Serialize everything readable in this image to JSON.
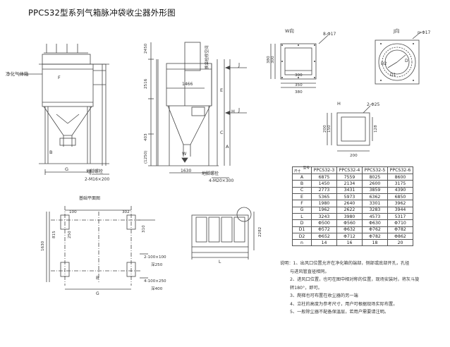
{
  "title": "PPCS32型系列气箱脉冲袋收尘器外形图",
  "front_view": {
    "label_clean_box": "净化气体箱",
    "label_F": "F",
    "label_G": "G",
    "label_B": "B",
    "label_anchor": "地脚螺栓",
    "label_bolt": "2-M16×200"
  },
  "side_view": {
    "dim_2450": "2450",
    "dim_2516": "2516",
    "dim_1466": "1466",
    "dim_403": "403",
    "dim_1250": "(1250)",
    "dim_1630": "1630",
    "label_cage": "换袋检修空间",
    "label_J": "J",
    "label_J2": "J",
    "label_H": "H",
    "label_E": "E",
    "label_C": "C",
    "label_A": "A",
    "label_W": "W",
    "label_anchor": "地脚螺栓",
    "label_bolt": "4-M20×300"
  },
  "w_view": {
    "label": "W向",
    "holes": "8-Φ17",
    "d380a": "380",
    "d300a": "300",
    "d300b": "300",
    "d350": "350",
    "d380b": "380"
  },
  "j_view": {
    "label": "J向",
    "holes": "n-Φ17",
    "d2": "D2",
    "d": "D",
    "d1": "D1"
  },
  "h_view": {
    "label": "H",
    "holes": "2-Φ25",
    "d200a": "200",
    "d150": "150",
    "d128": "128",
    "d200b": "200"
  },
  "plan_view": {
    "label": "基础平面图",
    "d100": "100",
    "d302": "302",
    "d815": "815",
    "d250": "250",
    "d310": "310",
    "d1630": "1630",
    "dB": "B",
    "dG": "G",
    "hole1": "2-100×100",
    "depth1": "深250",
    "hole2": "4-100×250",
    "depth2": "深400"
  },
  "top_view": {
    "L": "L",
    "d2282": "2282"
  },
  "table": {
    "corner_top": "型号",
    "corner_bottom": "尺寸",
    "columns": [
      "PPCS32-3",
      "PPCS32-4",
      "PPCS32-5",
      "PPCS32-6"
    ],
    "rows": [
      {
        "label": "A",
        "values": [
          "6875",
          "7559",
          "8025",
          "8600"
        ]
      },
      {
        "label": "B",
        "values": [
          "1450",
          "2134",
          "2600",
          "3175"
        ]
      },
      {
        "label": "C",
        "values": [
          "2773",
          "3431",
          "3859",
          "4390"
        ]
      },
      {
        "label": "E",
        "values": [
          "5365",
          "5973",
          "6362",
          "6850"
        ]
      },
      {
        "label": "F",
        "values": [
          "1980",
          "2640",
          "3301",
          "3962"
        ]
      },
      {
        "label": "G",
        "values": [
          "1962",
          "2622",
          "3283",
          "3944"
        ]
      },
      {
        "label": "L",
        "values": [
          "3243",
          "3980",
          "4573",
          "5317"
        ]
      },
      {
        "label": "D",
        "values": [
          "Φ500",
          "Φ560",
          "Φ630",
          "Φ710"
        ]
      },
      {
        "label": "D1",
        "values": [
          "Φ572",
          "Φ632",
          "Φ762",
          "Φ782"
        ]
      },
      {
        "label": "D2",
        "values": [
          "Φ652",
          "Φ712",
          "Φ782",
          "Φ862"
        ]
      },
      {
        "label": "n",
        "values": [
          "14",
          "16",
          "18",
          "20"
        ]
      }
    ]
  },
  "notes": [
    "说明：1、出风口位置允许在净化箱的端部，侧部或底部开孔，孔径",
    "与进风管直径相同。",
    "2、进风口位置，也可在图中相对称的位置，现场安装时，将灰斗旋",
    "转180°，即可。",
    "3、爬梯也可布置在收尘器的另一端",
    "4、立柱的高度为参考尺寸，用户可根据现场实际布置。",
    "5、一般除尘器不配备保温层，若用户需要请注明。"
  ]
}
